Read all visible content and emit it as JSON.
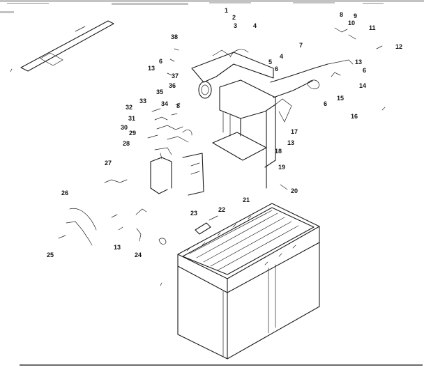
{
  "diagram": {
    "labels": [
      {
        "id": "1",
        "text": "1"
      },
      {
        "id": "2",
        "text": "2"
      },
      {
        "id": "3",
        "text": "3"
      },
      {
        "id": "4a",
        "text": "4"
      },
      {
        "id": "8",
        "text": "8"
      },
      {
        "id": "9",
        "text": "9"
      },
      {
        "id": "10",
        "text": "10"
      },
      {
        "id": "11",
        "text": "11"
      },
      {
        "id": "12",
        "text": "12"
      },
      {
        "id": "38",
        "text": "38"
      },
      {
        "id": "6a",
        "text": "6"
      },
      {
        "id": "13a",
        "text": "13"
      },
      {
        "id": "7",
        "text": "7"
      },
      {
        "id": "4b",
        "text": "4"
      },
      {
        "id": "5",
        "text": "5"
      },
      {
        "id": "6b",
        "text": "6"
      },
      {
        "id": "13b",
        "text": "13"
      },
      {
        "id": "6c",
        "text": "6"
      },
      {
        "id": "37",
        "text": "37"
      },
      {
        "id": "36",
        "text": "36"
      },
      {
        "id": "35",
        "text": "35"
      },
      {
        "id": "14",
        "text": "14"
      },
      {
        "id": "34",
        "text": "34"
      },
      {
        "id": "33",
        "text": "33"
      },
      {
        "id": "8b",
        "text": "8"
      },
      {
        "id": "32",
        "text": "32"
      },
      {
        "id": "15",
        "text": "15"
      },
      {
        "id": "6d",
        "text": "6"
      },
      {
        "id": "16",
        "text": "16"
      },
      {
        "id": "31",
        "text": "31"
      },
      {
        "id": "30",
        "text": "30"
      },
      {
        "id": "29",
        "text": "29"
      },
      {
        "id": "17",
        "text": "17"
      },
      {
        "id": "28",
        "text": "28"
      },
      {
        "id": "13c",
        "text": "13"
      },
      {
        "id": "18",
        "text": "18"
      },
      {
        "id": "27",
        "text": "27"
      },
      {
        "id": "19",
        "text": "19"
      },
      {
        "id": "20",
        "text": "20"
      },
      {
        "id": "26",
        "text": "26"
      },
      {
        "id": "21",
        "text": "21"
      },
      {
        "id": "22",
        "text": "22"
      },
      {
        "id": "23",
        "text": "23"
      },
      {
        "id": "13d",
        "text": "13"
      },
      {
        "id": "25",
        "text": "25"
      },
      {
        "id": "24",
        "text": "24"
      }
    ]
  }
}
